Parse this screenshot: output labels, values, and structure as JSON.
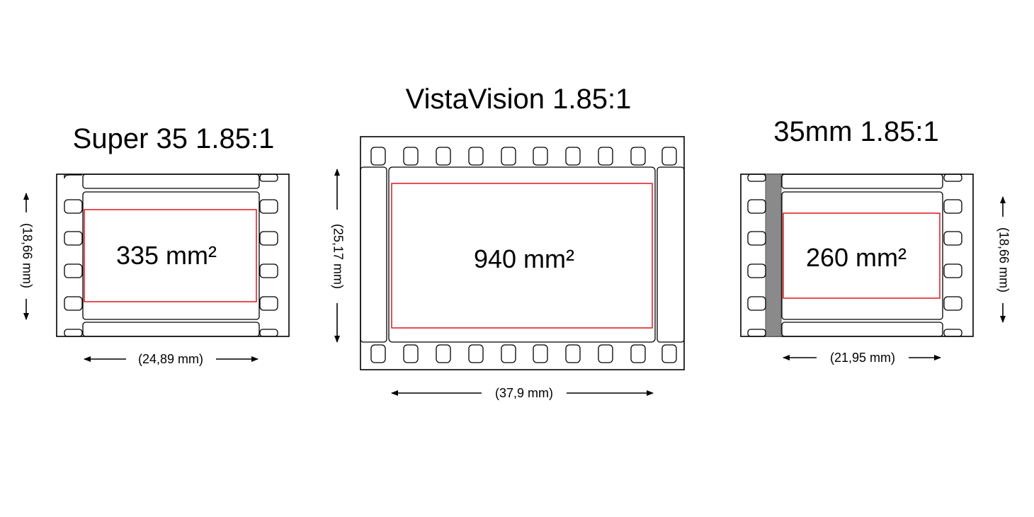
{
  "diagrams": [
    {
      "id": "super35",
      "title": "Super 35 1.85:1",
      "area": "335 mm²",
      "width": "(24,89 mm)",
      "height": "(18,66 mm)"
    },
    {
      "id": "vistavision",
      "title": "VistaVision 1.85:1",
      "area": "940 mm²",
      "width": "(37,9 mm)",
      "height": "(25,17 mm)"
    },
    {
      "id": "35mm",
      "title": "35mm 1.85:1",
      "area": "260 mm²",
      "width": "(21,95 mm)",
      "height": "(18,66 mm)"
    }
  ],
  "colors": {
    "frame_outline": "#e0242b",
    "sound_track": "#8a8a8a",
    "line": "#000000"
  }
}
